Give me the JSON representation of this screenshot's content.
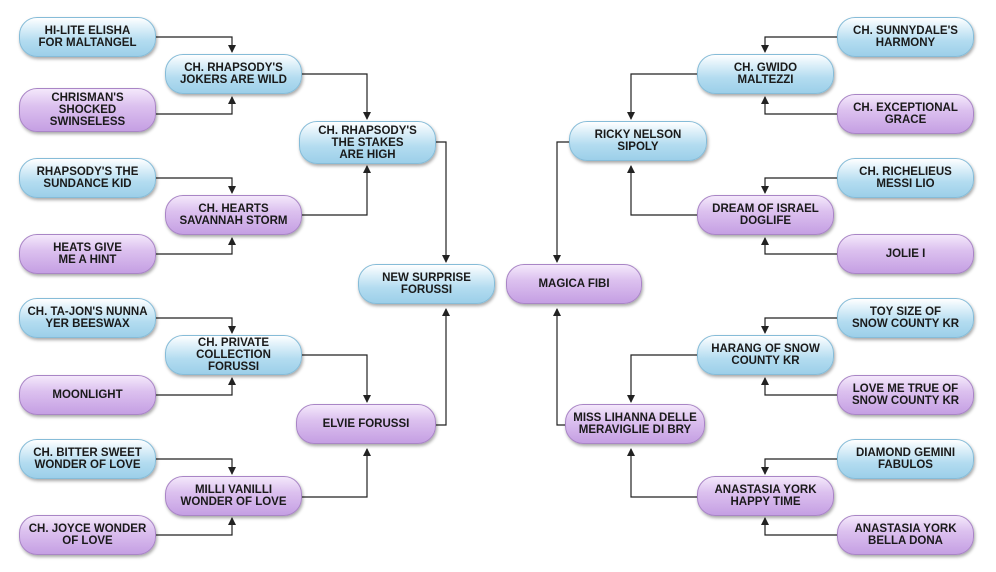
{
  "colors": {
    "blue_fill": "#b3dcf0",
    "purple_fill": "#d2b3ea",
    "connector": "#222222"
  },
  "pedigree_left": {
    "r1_1": "HI-LITE ELISHA\nFOR MALTANGEL",
    "r1_2": "CHRISMAN'S\nSHOCKED\nSWINSELESS",
    "r1_3": "RHAPSODY'S THE\nSUNDANCE KID",
    "r1_4": "HEATS GIVE\nME A HINT",
    "r1_5": "CH. TA-JON'S NUNNA\nYER BEESWAX",
    "r1_6": "MOONLIGHT",
    "r1_7": "CH. BITTER SWEET\nWONDER OF LOVE",
    "r1_8": "CH. JOYCE WONDER\nOF LOVE",
    "r2_1": "CH. RHAPSODY'S\nJOKERS ARE WILD",
    "r2_2": "CH. HEARTS\nSAVANNAH STORM",
    "r2_3": "CH. PRIVATE\nCOLLECTION FORUSSI",
    "r2_4": "MILLI VANILLI\nWONDER OF LOVE",
    "r3_1": "CH. RHAPSODY'S\nTHE STAKES\nARE HIGH",
    "r3_2": "ELVIE FORUSSI",
    "parent": "NEW SURPRISE\nFORUSSI"
  },
  "pedigree_right": {
    "r1_1": "CH. SUNNYDALE'S\nHARMONY",
    "r1_2": "CH. EXCEPTIONAL\nGRACE",
    "r1_3": "CH. RICHELIEUS\nMESSI LIO",
    "r1_4": "JOLIE I",
    "r1_5": "TOY SIZE OF\nSNOW COUNTY KR",
    "r1_6": "LOVE ME TRUE OF\nSNOW COUNTY KR",
    "r1_7": "DIAMOND GEMINI\nFABULOS",
    "r1_8": "ANASTASIA YORK\nBELLA DONA",
    "r2_1": "CH. GWIDO\nMALTEZZI",
    "r2_2": "DREAM OF ISRAEL\nDOGLIFE",
    "r2_3": "HARANG OF SNOW\nCOUNTY KR",
    "r2_4": "ANASTASIA YORK\nHAPPY TIME",
    "r3_1": "RICKY NELSON\nSIPOLY",
    "r3_2": "MISS LIHANNA DELLE\nMERAVIGLIE DI BRY",
    "parent": "MAGICA FIBI"
  }
}
